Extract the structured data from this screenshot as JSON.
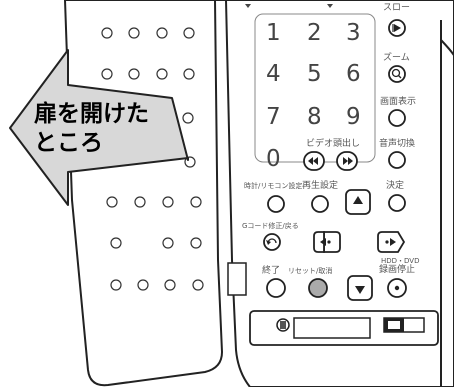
{
  "arrow": {
    "line1": "扉を開けた",
    "line2": "ところ"
  },
  "remote": {
    "number_keys": [
      "1",
      "2",
      "3",
      "4",
      "5",
      "6",
      "7",
      "8",
      "9",
      "0"
    ],
    "labels": {
      "slow": "スロー",
      "zoom": "ズーム",
      "screen_display": "画面表示",
      "video_cue": "ビデオ頭出し",
      "audio_switch": "音声切換",
      "clock_remote_setting": "時計/リモコン設定",
      "playback_setting": "再生設定",
      "enter": "決定",
      "g_code": "Gコード修正/戻る",
      "end": "終了",
      "reset_cancel": "リセット/取消",
      "hdd_dvd": "HDD・DVD",
      "record_stop": "録画停止"
    },
    "icons": {
      "slow": "slow-play-icon",
      "zoom": "zoom-icon",
      "cue_back": "skip-back-icon",
      "cue_forward": "skip-forward-icon",
      "up": "triangle-up-icon",
      "down": "triangle-down-icon",
      "return": "return-icon",
      "left": "cursor-left-icon",
      "right": "cursor-right-icon",
      "record_stop": "circle-stop-icon",
      "remote_sensor": "power-indicator-icon",
      "battery": "battery-slot-icon"
    },
    "colors": {
      "reset_button_fill": "#aaaaaa",
      "arrow_fill": "#d8d8d8",
      "outline": "#222222"
    }
  }
}
